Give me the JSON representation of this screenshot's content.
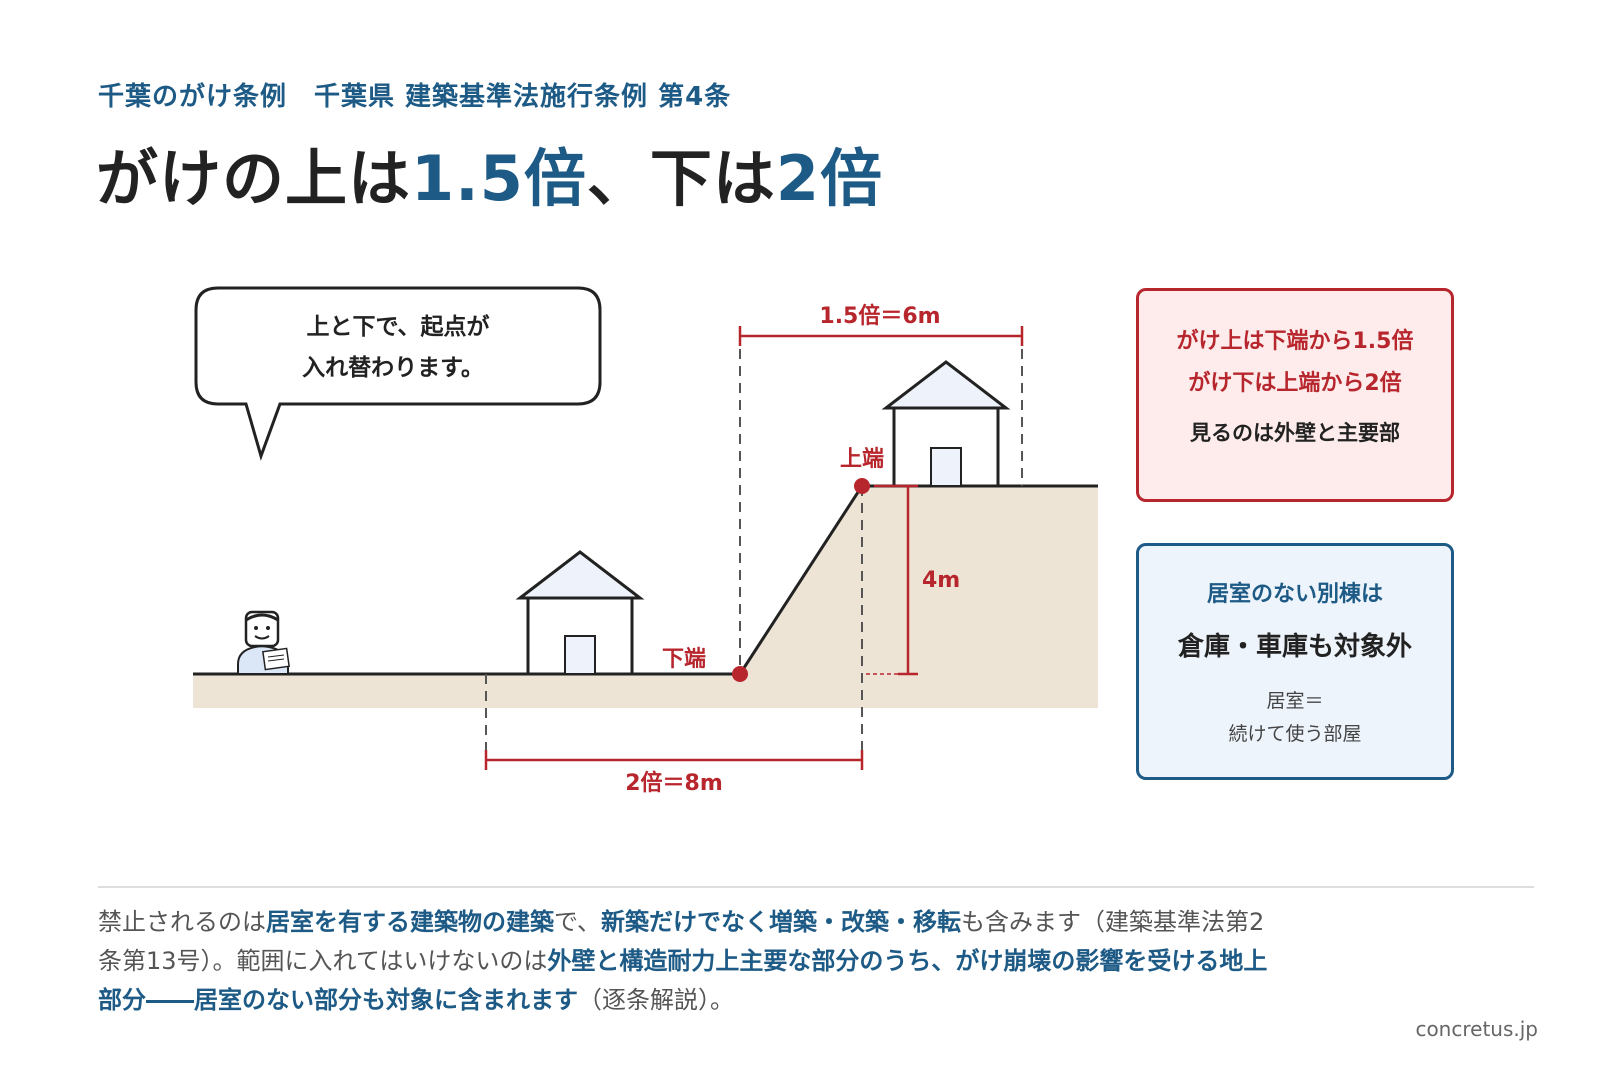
{
  "header": {
    "subtitle": "千葉のがけ条例　千葉県 建築基準法施行条例 第4条",
    "title_parts": [
      "がけの上は",
      "1.5倍",
      "、下は",
      "2倍"
    ]
  },
  "diagram": {
    "speech_bubble": [
      "上と下で、起点が",
      "入れ替わります。"
    ],
    "label_top_edge": "上端",
    "label_bottom_edge": "下端",
    "dim_top": "1.5倍＝6m",
    "dim_bottom": "2倍＝8m",
    "dim_height": "4m"
  },
  "red_box": {
    "line1": "がけ上は下端から1.5倍",
    "line2": "がけ下は上端から2倍",
    "line3": "見るのは外壁と主要部"
  },
  "blue_box": {
    "line1": "居室のない別棟は",
    "line2": "倉庫・車庫も対象外",
    "line3": "居室＝",
    "line4": "続けて使う部屋"
  },
  "body": {
    "segments": [
      {
        "t": "禁止されるのは",
        "hl": false
      },
      {
        "t": "居室を有する建築物の建築",
        "hl": true
      },
      {
        "t": "で、",
        "hl": false
      },
      {
        "t": "新築だけでなく増築・改築・移転",
        "hl": true
      },
      {
        "t": "も含みます（建築基準法第2条第13号）。範囲に入れてはいけないのは",
        "hl": false
      },
      {
        "t": "外壁と構造耐力上主要な部分のうち、がけ崩壊の影響を受ける地上部分――居室のない部分も対象に含まれます",
        "hl": true
      },
      {
        "t": "（逐条解説）。",
        "hl": false
      }
    ]
  },
  "footer": {
    "site": "concretus.jp"
  },
  "colors": {
    "accent_blue": "#1d5a85",
    "accent_red": "#b8262d",
    "ground": "#ede4d6",
    "house_fill": "#eef3fb"
  }
}
